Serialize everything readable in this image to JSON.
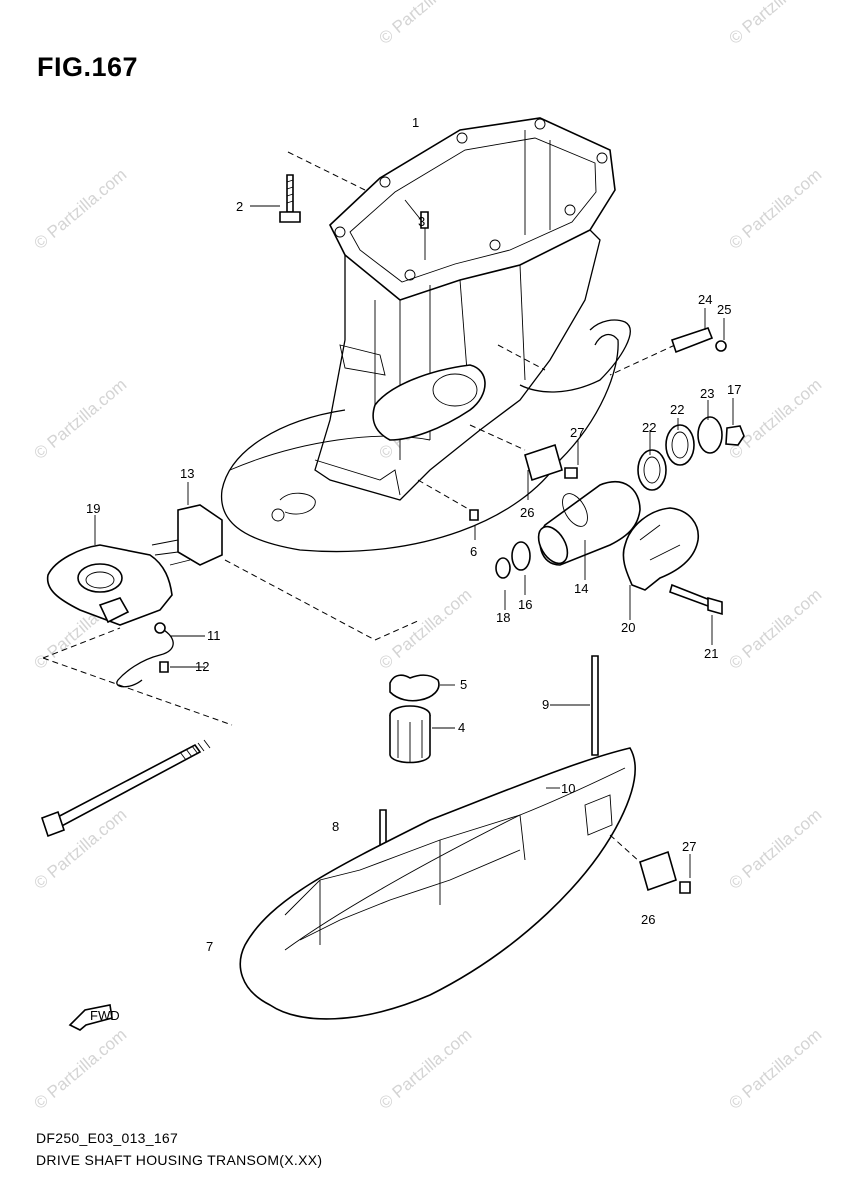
{
  "figure": {
    "title": "FIG.167",
    "code": "DF250_E03_013_167",
    "caption": "DRIVE SHAFT HOUSING TRANSOM(X.XX)"
  },
  "watermark": "© Partzilla.com",
  "callouts": [
    "1",
    "2",
    "3",
    "4",
    "5",
    "6",
    "7",
    "8",
    "9",
    "10",
    "11",
    "12",
    "13",
    "14",
    "16",
    "17",
    "18",
    "19",
    "20",
    "21",
    "22",
    "22",
    "23",
    "24",
    "25",
    "26",
    "26",
    "27",
    "27"
  ],
  "direction_arrow": "FWD",
  "colors": {
    "ink": "#000000",
    "watermark": "#d4d4d4",
    "background": "#ffffff"
  }
}
